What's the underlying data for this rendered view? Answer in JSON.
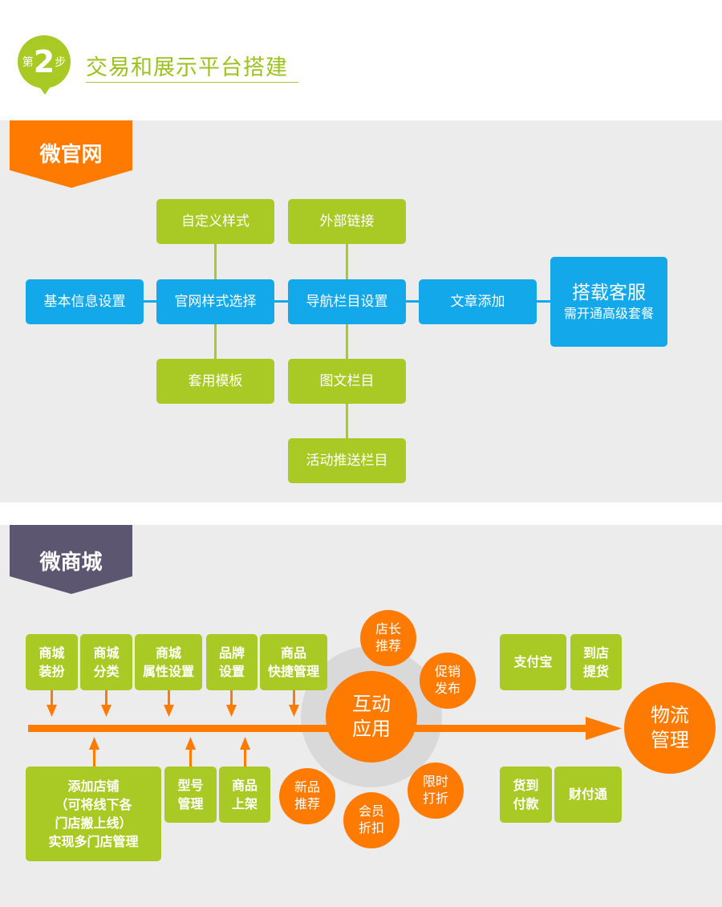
{
  "header": {
    "step_prefix": "第",
    "step_number": "2",
    "step_suffix": "步",
    "title": "交易和展示平台搭建"
  },
  "section1": {
    "banner": "微官网",
    "boxes": {
      "custom_style": "自定义样式",
      "external_link": "外部链接",
      "basic_info": "基本信息设置",
      "site_style": "官网样式选择",
      "nav_column": "导航栏目设置",
      "article_add": "文章添加",
      "service_title": "搭载客服",
      "service_note": "需开通高级套餐",
      "template": "套用模板",
      "image_text": "图文栏目",
      "activity_push": "活动推送栏目"
    }
  },
  "section2": {
    "banner": "微商城",
    "top": [
      [
        "商城",
        "装扮"
      ],
      [
        "商城",
        "分类"
      ],
      [
        "商城",
        "属性设置"
      ],
      [
        "品牌",
        "设置"
      ],
      [
        "商品",
        "快捷管理"
      ]
    ],
    "bottom": {
      "add_store": [
        "添加店铺",
        "（可将线下各",
        "门店搬上线）",
        "实现多门店管理"
      ],
      "model": [
        "型号",
        "管理"
      ],
      "shelf": [
        "商品",
        "上架"
      ]
    },
    "center": [
      "互动",
      "应用"
    ],
    "satellites": [
      [
        "店长",
        "推荐"
      ],
      [
        "促销",
        "发布"
      ],
      [
        "新品",
        "推荐"
      ],
      [
        "会员",
        "折扣"
      ],
      [
        "限时",
        "打折"
      ]
    ],
    "payment_top": {
      "alipay": "支付宝",
      "pickup": [
        "到店",
        "提货"
      ]
    },
    "payment_bottom": {
      "cod": [
        "货到",
        "付款"
      ],
      "tenpay": "财付通"
    },
    "logistics": [
      "物流",
      "管理"
    ]
  },
  "colors": {
    "green": "#a9c924",
    "blue": "#12a8e9",
    "orange": "#ff7a00",
    "purple": "#5d5670"
  }
}
